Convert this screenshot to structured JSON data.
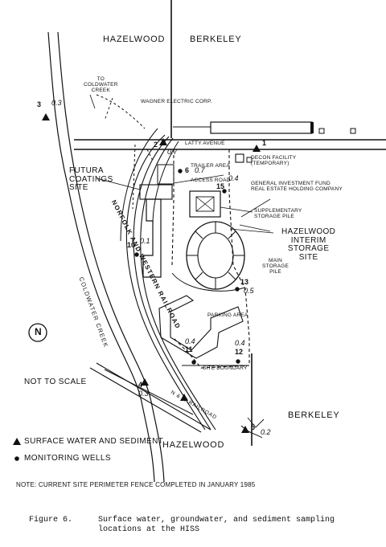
{
  "map": {
    "region_top_left": "HAZELWOOD",
    "region_top_right": "BERKELEY",
    "region_bottom_left": "HAZELWOOD",
    "region_bottom_right": "BERKELEY",
    "to_coldwater_creek": "TO\nCOLDWATER\nCREEK",
    "wagner_electric": "WAGNER ELECTRIC CORP.",
    "latty_avenue": "LATTY AVENUE",
    "decon_facility": "DECON FACILITY\n(TEMPORARY)",
    "trailer_area": "TRAILER AREA",
    "access_road": "ACCESS ROAD",
    "futura_site": "FUTURA\nCOATINGS\nSITE",
    "general_investment": "GENERAL INVESTMENT FUND\nREAL ESTATE HOLDING COMPANY",
    "supplementary_pile": "SUPPLEMENTARY\nSTORAGE PILE",
    "hiss_site": "HAZELWOOD\nINTERIM\nSTORAGE\nSITE",
    "main_pile": "MAIN\nSTORAGE\nPILE",
    "parking_area": "PARKING AREA",
    "site_boundary": "SITE BOUNDARY",
    "railroad_label": "NORFOLK AND WESTERN RAILROAD",
    "nw_railroad": "N & W RAILROAD",
    "coldwater_creek": "COLDWATER CREEK",
    "not_to_scale": "NOT TO SCALE",
    "north_symbol": "N"
  },
  "locations": [
    {
      "id": "1",
      "value": ""
    },
    {
      "id": "2",
      "value": "0.7"
    },
    {
      "id": "3",
      "value": "0.3"
    },
    {
      "id": "4",
      "value": "0.3"
    },
    {
      "id": "5",
      "value": "0.2"
    },
    {
      "id": "6",
      "value": "0.7"
    },
    {
      "id": "10",
      "value": "0.1"
    },
    {
      "id": "11",
      "value": "0.4"
    },
    {
      "id": "12",
      "value": "0.4"
    },
    {
      "id": "13",
      "value": "0.5"
    },
    {
      "id": "15",
      "value": "0.4"
    }
  ],
  "legend": {
    "surface_water": "SURFACE WATER AND SEDIMENT",
    "monitoring_wells": "MONITORING WELLS"
  },
  "note": "NOTE:  CURRENT SITE PERIMETER FENCE COMPLETED IN JANUARY 1985",
  "caption": {
    "label": "Figure 6.",
    "text": "Surface water, groundwater, and sediment sampling locations at the HISS"
  },
  "colors": {
    "ink": "#111111",
    "paper": "#ffffff"
  }
}
